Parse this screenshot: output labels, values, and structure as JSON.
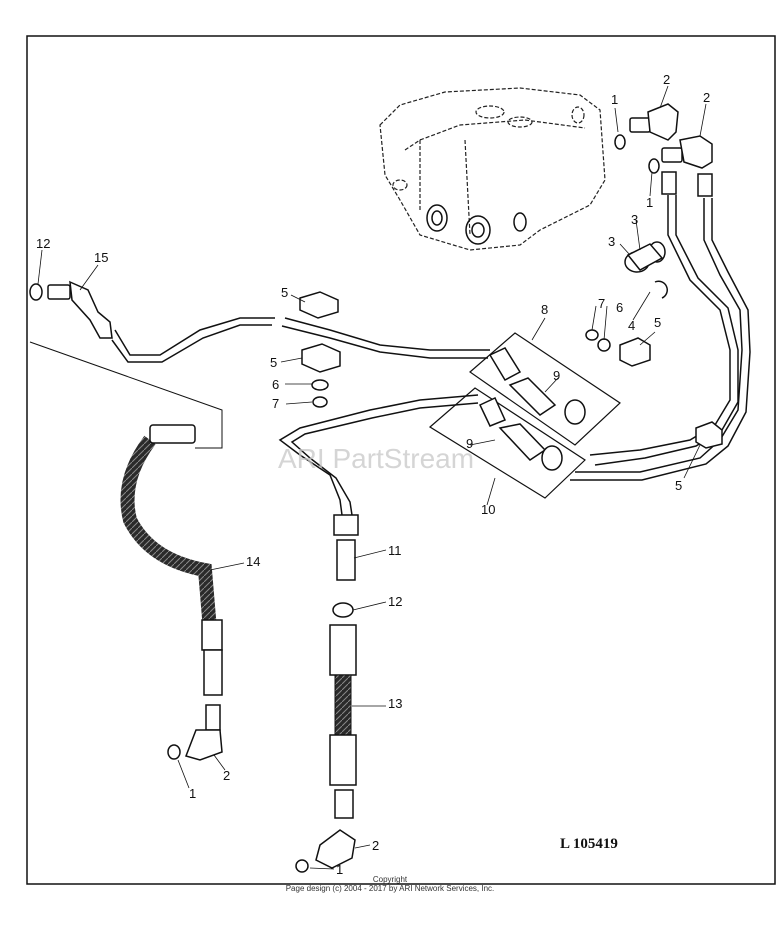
{
  "diagram": {
    "drawing_number": "L 105419",
    "watermark": "ARI PartStream",
    "callouts": {
      "c1a": "1",
      "c1b": "1",
      "c1c": "1",
      "c1d": "1",
      "c2a": "2",
      "c2b": "2",
      "c2c": "2",
      "c2d": "2",
      "c3a": "3",
      "c3b": "3",
      "c4": "4",
      "c5a": "5",
      "c5b": "5",
      "c5c": "5",
      "c5d": "5",
      "c6a": "6",
      "c6b": "6",
      "c7a": "7",
      "c7b": "7",
      "c8": "8",
      "c9a": "9",
      "c9b": "9",
      "c10": "10",
      "c11": "11",
      "c12a": "12",
      "c12b": "12",
      "c13": "13",
      "c14": "14",
      "c15": "15"
    }
  },
  "footer": {
    "copyright_label": "Copyright",
    "page_design": "Page design (c) 2004 - 2017 by ARI Network Services, Inc."
  }
}
